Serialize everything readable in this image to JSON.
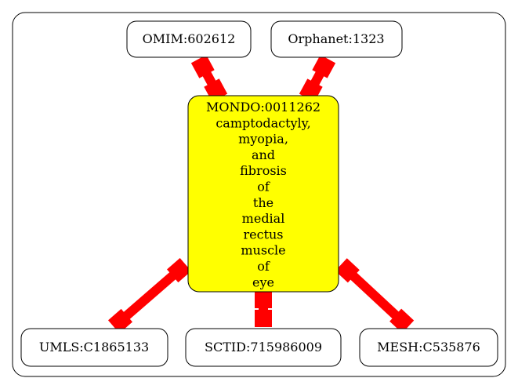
{
  "graph": {
    "center": {
      "id": "MONDO:0011262",
      "label_lines": [
        "MONDO:0011262",
        "camptodactyly,",
        "myopia,",
        "and",
        "fibrosis",
        "of",
        "the",
        "medial",
        "rectus",
        "muscle",
        "of",
        "eye"
      ],
      "fill": "#ffff00"
    },
    "nodes": [
      {
        "key": "omim",
        "label": "OMIM:602612"
      },
      {
        "key": "orphanet",
        "label": "Orphanet:1323"
      },
      {
        "key": "umls",
        "label": "UMLS:C1865133"
      },
      {
        "key": "sctid",
        "label": "SCTID:715986009"
      },
      {
        "key": "mesh",
        "label": "MESH:C535876"
      }
    ],
    "edges": [
      {
        "from": "omim",
        "to": "MONDO:0011262"
      },
      {
        "from": "orphanet",
        "to": "MONDO:0011262"
      },
      {
        "from": "MONDO:0011262",
        "to": "umls"
      },
      {
        "from": "MONDO:0011262",
        "to": "sctid"
      },
      {
        "from": "MONDO:0011262",
        "to": "mesh"
      }
    ],
    "edge_color": "#ff0000",
    "node_fill": "#ffffff",
    "node_stroke": "#000000"
  }
}
